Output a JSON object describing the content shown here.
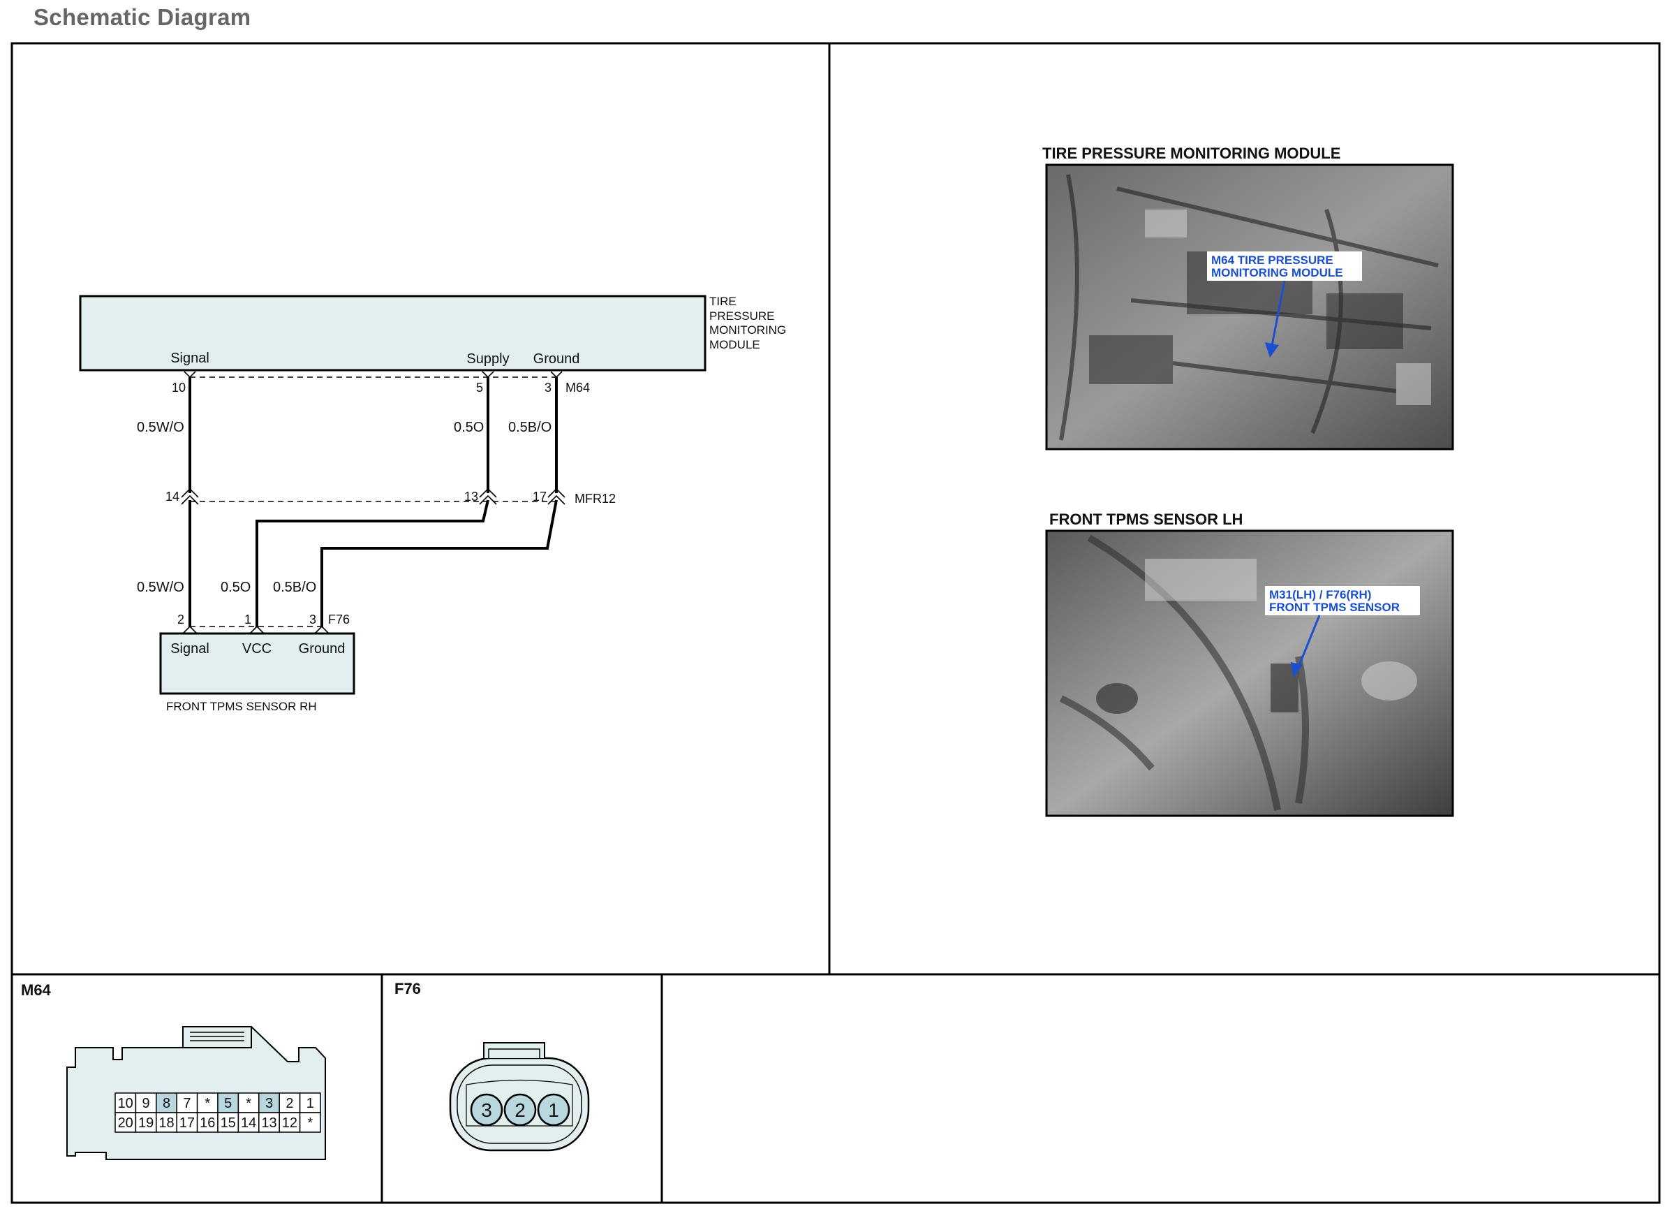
{
  "page_title": "Schematic Diagram",
  "module": {
    "name_lines": [
      "TIRE",
      "PRESSURE",
      "MONITORING",
      "MODULE"
    ],
    "pins": [
      {
        "label": "Signal",
        "number": "10"
      },
      {
        "label": "Supply",
        "number": "5"
      },
      {
        "label": "Ground",
        "number": "3"
      }
    ],
    "connector": "M64"
  },
  "wires_upper": [
    "0.5W/O",
    "0.5O",
    "0.5B/O"
  ],
  "junction": {
    "name": "MFR12",
    "pins": [
      "14",
      "13",
      "17"
    ]
  },
  "wires_lower": [
    "0.5W/O",
    "0.5O",
    "0.5B/O"
  ],
  "sensor": {
    "name": "FRONT TPMS SENSOR RH",
    "pins": [
      {
        "label": "Signal",
        "number": "2"
      },
      {
        "label": "VCC",
        "number": "1"
      },
      {
        "label": "Ground",
        "number": "3"
      }
    ],
    "connector": "F76"
  },
  "photos": [
    {
      "caption": "TIRE PRESSURE MONITORING MODULE",
      "callout_lines": [
        "M64 TIRE PRESSURE",
        "MONITORING MODULE"
      ]
    },
    {
      "caption": "FRONT TPMS SENSOR LH",
      "callout_lines": [
        "M31(LH) / F76(RH)",
        "FRONT TPMS SENSOR"
      ]
    }
  ],
  "connector_views": {
    "m64": {
      "label": "M64",
      "top_row": [
        "10",
        "9",
        "8",
        "7",
        "*",
        "5",
        "*",
        "3",
        "2",
        "1"
      ],
      "bottom_row": [
        "20",
        "19",
        "18",
        "17",
        "16",
        "15",
        "14",
        "13",
        "12",
        "*"
      ],
      "highlighted": [
        "8",
        "5",
        "3"
      ]
    },
    "f76": {
      "label": "F76",
      "pins": [
        "3",
        "2",
        "1"
      ]
    }
  },
  "colors": {
    "module_fill": "#e3eeef",
    "pin_highlight": "#b9d7df",
    "callout_text": "#1a4fd0",
    "title_grey": "#666666"
  }
}
